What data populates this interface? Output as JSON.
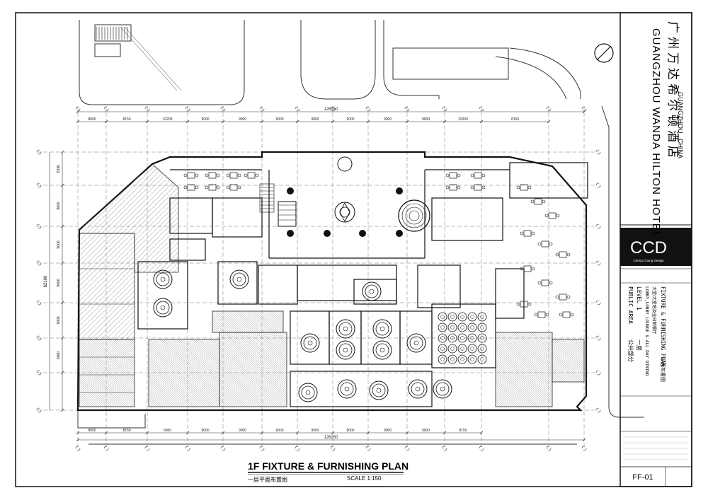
{
  "drawing": {
    "title": "1F FIXTURE & FURNISHING PLAN",
    "subtitle_cn": "一层平面布置图",
    "scale": "SCALE   1:150",
    "sheet_no": "FF-01"
  },
  "project": {
    "name_cn": "广州万达希尔顿酒店",
    "name_en": "GUANGZHOU  WANDA  HILTON  HOTEL",
    "location": "GUANGZHOU , CHINA"
  },
  "firm": {
    "logo": "CCD",
    "tagline": "Cheng Chung Design"
  },
  "sheet_info": {
    "area_en": "PUBLIC AREA",
    "area_cn": "公共部分",
    "level_en": "LEVEL 1",
    "level_cn": "一层",
    "rooms": "LOBBY,LOBBY LOUNGE & ALL DAY DINING",
    "rooms_cn": "大堂/大堂吧及全日制餐厅",
    "plan_type": "FIXTURE & FURNISHING PLAN",
    "plan_type_cn": "平面布置图"
  },
  "dimensions": {
    "top": [
      "8650",
      "8150",
      "10200",
      "9000",
      "9000",
      "9000",
      "9000",
      "9000",
      "9000",
      "9000",
      "10200",
      "8150"
    ],
    "overall": "126250",
    "left": [
      "8150",
      "9000",
      "9000",
      "9000",
      "9000",
      "9000"
    ],
    "left_total": "62100",
    "bottom": [
      "8650",
      "8150",
      "9000",
      "9000",
      "9000",
      "9000",
      "9000",
      "9000",
      "9000",
      "9000",
      "8150"
    ]
  },
  "colors": {
    "line": "#1a1a1a",
    "hatch": "#888888",
    "logo_bg": "#111111"
  },
  "icons": [
    "north-arrow-icon"
  ]
}
